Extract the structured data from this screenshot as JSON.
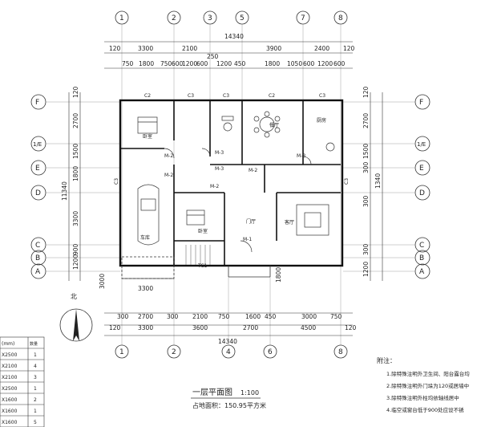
{
  "plan": {
    "title": "一层平面图",
    "scale": "1:100",
    "area_text": "占地面积：150.95平方米",
    "total_width": "14340",
    "total_depth": "11340"
  },
  "axes": {
    "top": [
      "1",
      "2",
      "3",
      "5",
      "7",
      "8"
    ],
    "bottom": [
      "1",
      "2",
      "4",
      "6",
      "8"
    ],
    "left": [
      "F",
      "1/E",
      "E",
      "D",
      "C",
      "B",
      "A"
    ],
    "right": [
      "F",
      "1/E",
      "E",
      "D",
      "C",
      "B",
      "A"
    ]
  },
  "dims": {
    "top_outer": [
      "3300",
      "2100",
      "3900",
      "2400"
    ],
    "top_inner": [
      "750",
      "1800",
      "750",
      "600",
      "1200",
      "600",
      "1200",
      "450",
      "1800",
      "1050",
      "600",
      "1200",
      "600"
    ],
    "top_edge": [
      "120",
      "120"
    ],
    "mid": "250",
    "bottom_outer": [
      "3300",
      "3600",
      "2700",
      "4500"
    ],
    "bottom_inner": [
      "2700",
      "300",
      "2100",
      "750",
      "1600",
      "450",
      "3000",
      "750"
    ],
    "bottom_edge": [
      "300",
      "750",
      "120",
      "120"
    ],
    "left": [
      "120",
      "2700",
      "1500",
      "1800",
      "3300",
      "900",
      "1200"
    ],
    "right": [
      "120",
      "2700",
      "1500",
      "300",
      "1340",
      "300",
      "300",
      "1200"
    ],
    "side_total": "11340",
    "porch_depth": "3000",
    "porch_width": "3300",
    "stair_depth": "1800"
  },
  "labels": {
    "doors": [
      "M-2",
      "M-2",
      "M-3",
      "M-3",
      "M-3",
      "M-2",
      "M-2",
      "M-1"
    ],
    "windows": [
      "C2",
      "C3",
      "C3",
      "C2",
      "C3",
      "C3",
      "C3"
    ],
    "stair": "TC1",
    "rooms": [
      "卧室",
      "厨房",
      "门厅",
      "客厅",
      "卧室",
      "车库",
      "餐厅"
    ]
  },
  "compass": {
    "north": "北"
  },
  "schedule": {
    "header_size": "(mm)",
    "header_count": "数量",
    "rows": [
      {
        "size": "X2500",
        "count": "1"
      },
      {
        "size": "X2100",
        "count": "4"
      },
      {
        "size": "X2100",
        "count": "3"
      },
      {
        "size": "X2500",
        "count": "1"
      },
      {
        "size": "X1600",
        "count": "2"
      },
      {
        "size": "X1600",
        "count": "1"
      },
      {
        "size": "X1600",
        "count": "5"
      }
    ]
  },
  "notes": {
    "title": "附注：",
    "items": [
      "1.除特殊注明外卫生间、阳台露台均",
      "2.除特殊注明外门垛为120或居墙中",
      "3.除特殊注明外柱均依轴线居中",
      "4.临空或窗台低于900处应设不锈"
    ]
  }
}
